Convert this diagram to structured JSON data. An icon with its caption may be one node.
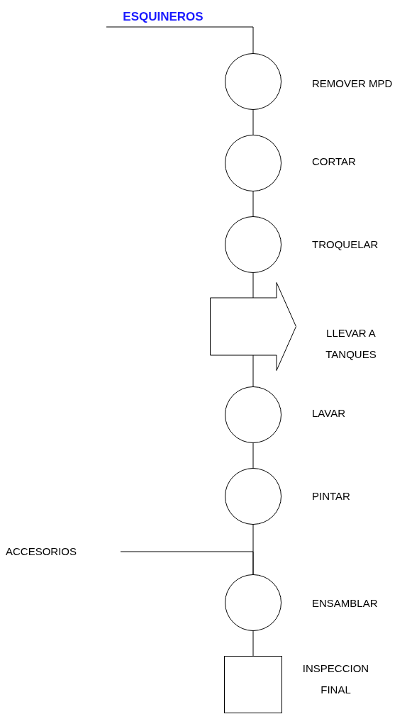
{
  "diagram": {
    "nodes": [
      {
        "text": [
          "ESQUINEROS"
        ]
      },
      {
        "text": [],
        "shape": "circle",
        "beside": [
          "REMOVER MPD"
        ]
      },
      {
        "text": [],
        "shape": "circle",
        "beside": [
          "CORTAR"
        ]
      },
      {
        "text": [],
        "shape": "circle",
        "beside": [
          "TROQUELAR"
        ]
      },
      {
        "text": [],
        "shape": "arrow",
        "beside": [
          "LLEVAR A TANQUES"
        ]
      },
      {
        "text": [],
        "shape": "circle",
        "beside": [
          "LAVAR"
        ]
      },
      {
        "text": [],
        "shape": "circle",
        "beside": [
          "PINTAR"
        ]
      },
      {
        "text": [
          "ACCESORIOS"
        ]
      },
      {
        "text": [],
        "shape": "circle",
        "beside": [
          "ENSAMBLAR"
        ]
      },
      {
        "text": [],
        "shape": "box",
        "beside": [
          "INSPECCION FINAL"
        ]
      }
    ],
    "edges": [
      {
        "from": 0,
        "to": 1,
        "arrow": "none"
      },
      {
        "from": 1,
        "to": 2,
        "arrow": "none"
      },
      {
        "from": 2,
        "to": 3,
        "arrow": "none"
      },
      {
        "from": 3,
        "to": 4,
        "arrow": "none"
      },
      {
        "from": 4,
        "to": 5,
        "arrow": "none"
      },
      {
        "from": 5,
        "to": 6,
        "arrow": "none"
      },
      {
        "from": 6,
        "to": 8,
        "arrow": "none"
      },
      {
        "from": 7,
        "to": 8,
        "arrow": "none"
      },
      {
        "from": 8,
        "to": 9,
        "arrow": "none"
      }
    ]
  }
}
